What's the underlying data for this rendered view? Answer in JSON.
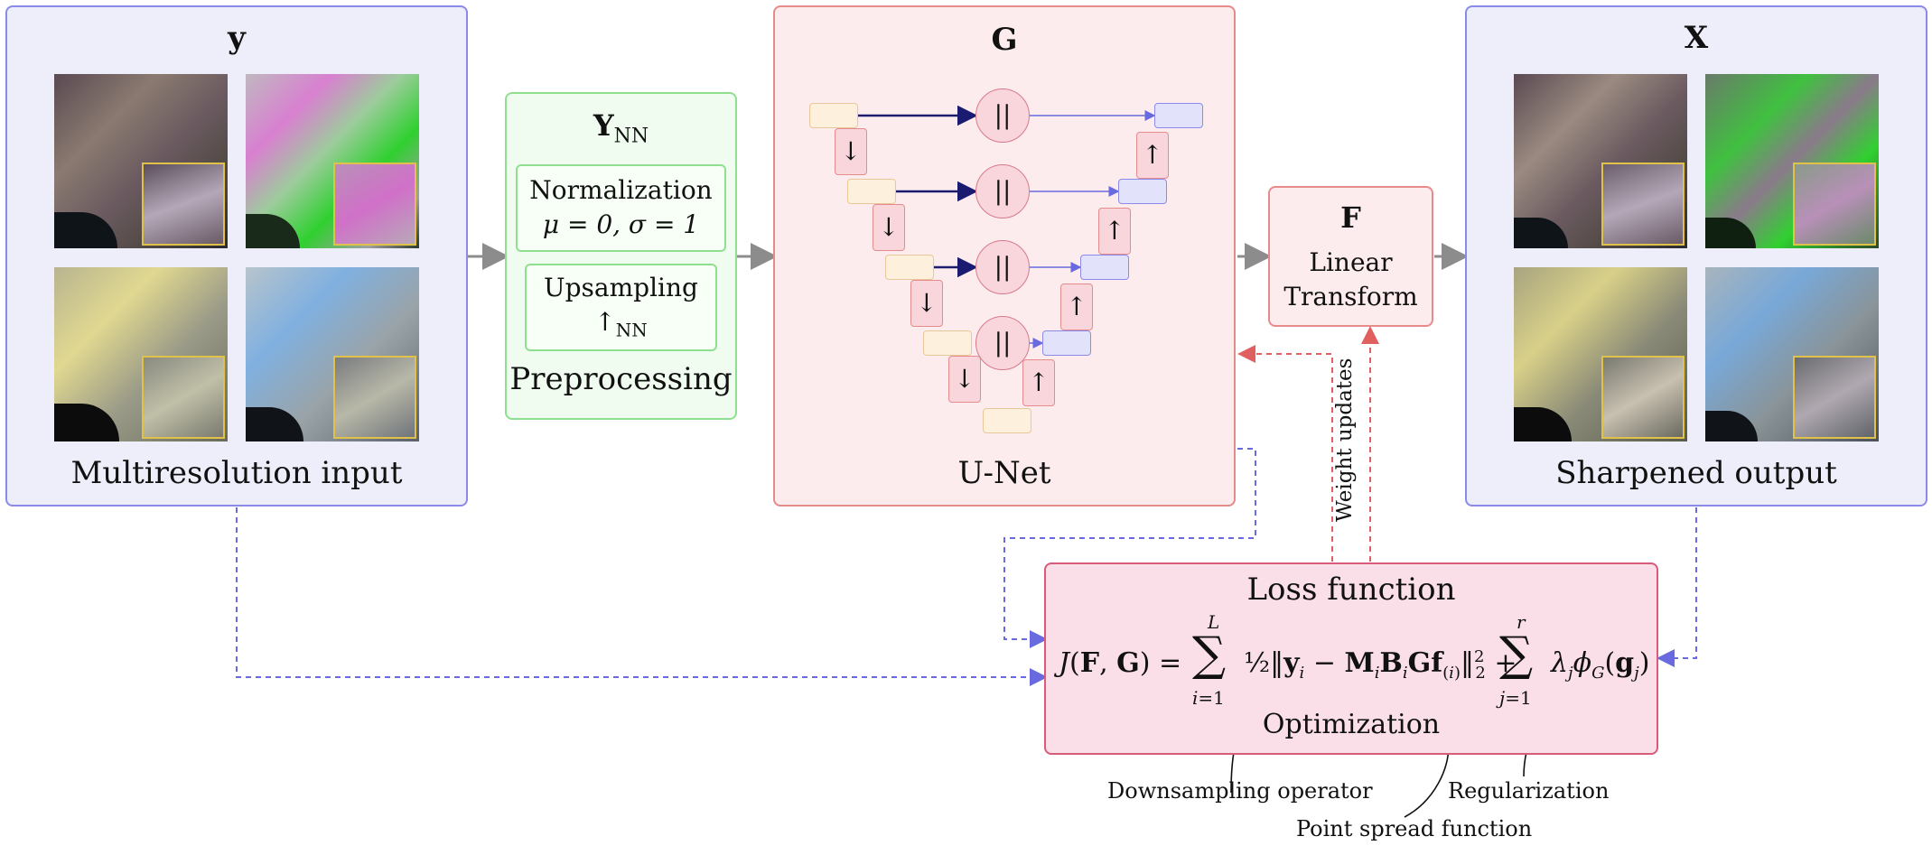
{
  "input_panel": {
    "title": "y",
    "caption": "Multiresolution input"
  },
  "preprocessing": {
    "title_main": "Y",
    "title_sub": "NN",
    "normalization_line1": "Normalization",
    "normalization_line2": "μ = 0, σ = 1",
    "upsampling_line1": "Upsampling",
    "upsampling_arrow": "↑",
    "upsampling_sub": "NN",
    "caption": "Preprocessing"
  },
  "unet_panel": {
    "title": "G",
    "caption": "U-Net",
    "concat_symbol": "||",
    "down_symbol": "↓",
    "up_symbol": "↑"
  },
  "transform_panel": {
    "title": "F",
    "line1": "Linear",
    "line2": "Transform"
  },
  "output_panel": {
    "title": "X",
    "caption": "Sharpened output"
  },
  "weight_updates_label": "Weight updates",
  "loss_panel": {
    "title": "Loss function",
    "formula": "J(F, G) = Σ_{i=1}^{L} ½‖y_i − M_i B_i G f_(i)‖²₂ + Σ_{j=1}^{r} λ_j φ_G(g_j)",
    "optimization_label": "Optimization"
  },
  "annotations": {
    "downsampling": "Downsampling operator",
    "psf": "Point spread function",
    "regularization": "Regularization"
  },
  "colors": {
    "blue_panel_border": "#8a8ae8",
    "green_panel_border": "#8ee08e",
    "red_panel_border": "#e58b8b",
    "loss_border": "#d95b7a",
    "zoom_box": "#e0c24a"
  }
}
